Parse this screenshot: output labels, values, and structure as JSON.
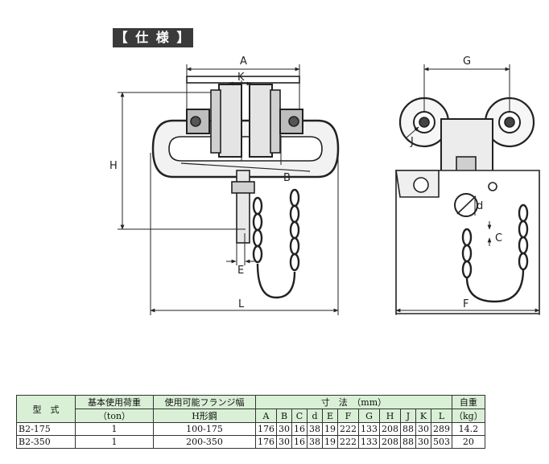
{
  "header": {
    "title": "【 仕 様 】"
  },
  "dims": {
    "A": "A",
    "K": "K",
    "H": "H",
    "B": "B",
    "E": "E",
    "L": "L",
    "G": "G",
    "J": "J",
    "d": "d",
    "C": "C",
    "F": "F"
  },
  "table": {
    "headers": {
      "model": "型　式",
      "load": "基本使用荷重",
      "load_unit": "（ton）",
      "flange": "使用可能フランジ幅",
      "flange_unit": "H形鋼",
      "dims": "寸　法　（mm）",
      "weight": "自重",
      "weight_unit": "（kg）"
    },
    "columns": [
      "A",
      "B",
      "C",
      "d",
      "E",
      "F",
      "G",
      "H",
      "J",
      "K",
      "L"
    ],
    "rows": [
      {
        "model": "B2-175",
        "load": "1",
        "flange": "100-175",
        "values": [
          "176",
          "30",
          "16",
          "38",
          "19",
          "222",
          "133",
          "208",
          "88",
          "30",
          "289"
        ],
        "weight": "14.2"
      },
      {
        "model": "B2-350",
        "load": "1",
        "flange": "200-350",
        "values": [
          "176",
          "30",
          "16",
          "38",
          "19",
          "222",
          "133",
          "208",
          "88",
          "30",
          "503"
        ],
        "weight": "20"
      }
    ]
  }
}
